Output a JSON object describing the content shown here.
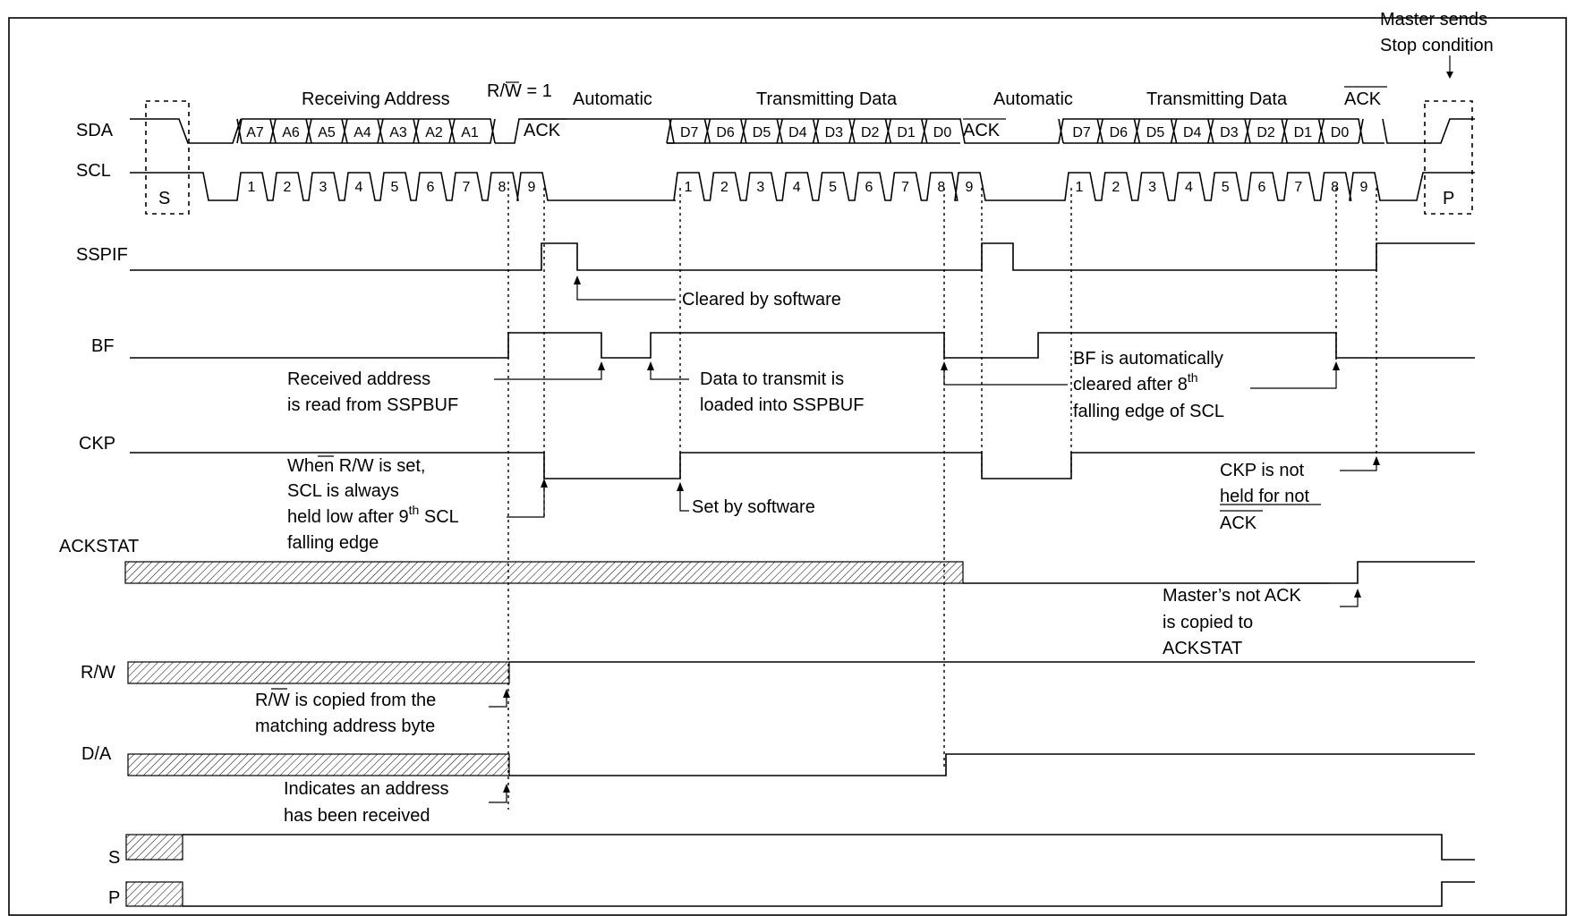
{
  "signals": {
    "sda": "SDA",
    "scl": "SCL",
    "sspif": "SSPIF",
    "bf": "BF",
    "ckp": "CKP",
    "ackstat": "ACKSTAT",
    "rw": "R/W",
    "da": "D/A",
    "s": "S",
    "p": "P"
  },
  "top": {
    "receiving_address": "Receiving Address",
    "rw_prefix": "R/",
    "rw_bar": "W",
    "rw_eq": " = ",
    "rw_value": "1",
    "automatic_1": "Automatic",
    "transmitting_1": "Transmitting Data",
    "automatic_2": "Automatic",
    "transmitting_2": "Transmitting Data",
    "ack_top": "ACK",
    "master_line1": "Master sends",
    "master_line2": "Stop condition"
  },
  "sda_bits": {
    "address": [
      "A7",
      "A6",
      "A5",
      "A4",
      "A3",
      "A2",
      "A1"
    ],
    "data1": [
      "D7",
      "D6",
      "D5",
      "D4",
      "D3",
      "D2",
      "D1",
      "D0"
    ],
    "data2": [
      "D7",
      "D6",
      "D5",
      "D4",
      "D3",
      "D2",
      "D1",
      "D0"
    ],
    "ack1": "ACK",
    "ack2": "ACK",
    "start_box": "S",
    "stop_box": "P"
  },
  "scl_pulses": [
    "1",
    "2",
    "3",
    "4",
    "5",
    "6",
    "7",
    "8",
    "9"
  ],
  "annotations": {
    "cleared_by_software": "Cleared by software",
    "received_addr_1": "Received address",
    "received_addr_2": "is read from SSPBUF",
    "data_transmit_1": "Data to transmit is",
    "data_transmit_2": "loaded into SSPBUF",
    "bf_auto_1": "BF is automatically",
    "bf_auto_2": "cleared after 8",
    "bf_auto_2_sup": "th",
    "bf_auto_3": "falling edge of SCL",
    "when_rw_1": "When R/W is set,",
    "when_rw_2": "SCL is always",
    "when_rw_3": "held low after 9",
    "when_rw_3_sup": "th",
    "when_rw_3_end": " SCL",
    "when_rw_4": "falling edge",
    "set_by_software": "Set by software",
    "ckp_not_1": "CKP is not",
    "ckp_not_2": "held for not",
    "ckp_not_3": "ACK",
    "master_not_1": "Master’s not ",
    "master_not_ack": "ACK",
    "master_not_2": "is copied to",
    "master_not_3": "ACKSTAT",
    "rw_copied_pre": "R/",
    "rw_copied_bar": "W",
    "rw_copied_post": " is copied from the",
    "rw_copied_2": "matching address byte",
    "indicates_1": "Indicates an address",
    "indicates_2": "has been received"
  }
}
